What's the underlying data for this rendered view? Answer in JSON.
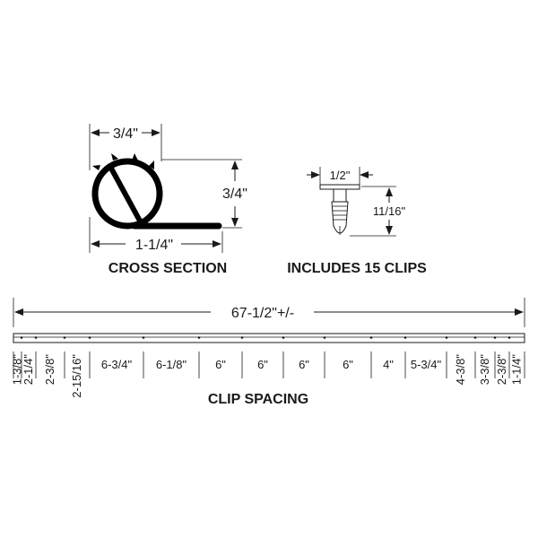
{
  "cross_section": {
    "width_label": "3/4\"",
    "height_label": "3/4\"",
    "base_label": "1-1/4\"",
    "caption": "CROSS SECTION"
  },
  "clip": {
    "width_label": "1/2\"",
    "height_label": "11/16\"",
    "caption": "INCLUDES 15 CLIPS"
  },
  "strip": {
    "length_label": "67-1/2\"+/-",
    "caption": "CLIP SPACING"
  },
  "segments": [
    {
      "label": "1-3/8\"",
      "vertical": true
    },
    {
      "label": "2-1/4\"",
      "vertical": true
    },
    {
      "label": "2-3/8\"",
      "vertical": true
    },
    {
      "label": "2-15/16\"",
      "vertical": true
    },
    {
      "label": "6-3/4\"",
      "vertical": false
    },
    {
      "label": "6-1/8\"",
      "vertical": false
    },
    {
      "label": "6\"",
      "vertical": false
    },
    {
      "label": "6\"",
      "vertical": false
    },
    {
      "label": "6\"",
      "vertical": false
    },
    {
      "label": "6\"",
      "vertical": false
    },
    {
      "label": "4\"",
      "vertical": false
    },
    {
      "label": "5-3/4\"",
      "vertical": false
    },
    {
      "label": "4-3/8\"",
      "vertical": true
    },
    {
      "label": "3-3/8\"",
      "vertical": true
    },
    {
      "label": "2-3/8\"",
      "vertical": true
    },
    {
      "label": "1-1/4\"",
      "vertical": true
    }
  ]
}
